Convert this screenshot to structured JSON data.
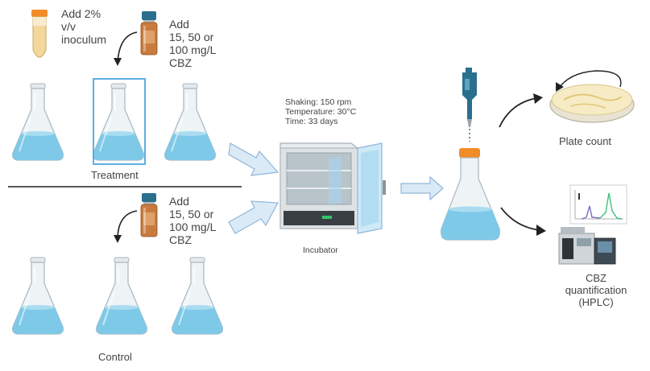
{
  "treatment": {
    "inoculum_lines": [
      "Add 2%",
      "v/v",
      "inoculum"
    ],
    "cbz_lines": [
      "Add",
      "15, 50 or",
      "100 mg/L",
      "CBZ"
    ],
    "label": "Treatment"
  },
  "control": {
    "cbz_lines": [
      "Add",
      "15, 50 or",
      "100  mg/L",
      "CBZ"
    ],
    "label": "Control"
  },
  "incubator": {
    "conditions": [
      "Shaking: 150 rpm",
      "Temperature: 30°C",
      "Time: 33 days"
    ],
    "label": "Incubator"
  },
  "outputs": {
    "plate_count": "Plate count",
    "hplc_lines": [
      "CBZ",
      "quantification",
      "(HPLC)"
    ]
  },
  "colors": {
    "liquid": "#7ec9e8",
    "flask_glass": "#eef4f6",
    "cap_orange": "#f28c28",
    "vial_cap": "#2a6f8e",
    "vial_body": "#c97b3e",
    "arrow_fill": "#dbeaf7",
    "arrow_stroke": "#8fb6d9",
    "selection_box": "#4aa8e0"
  }
}
